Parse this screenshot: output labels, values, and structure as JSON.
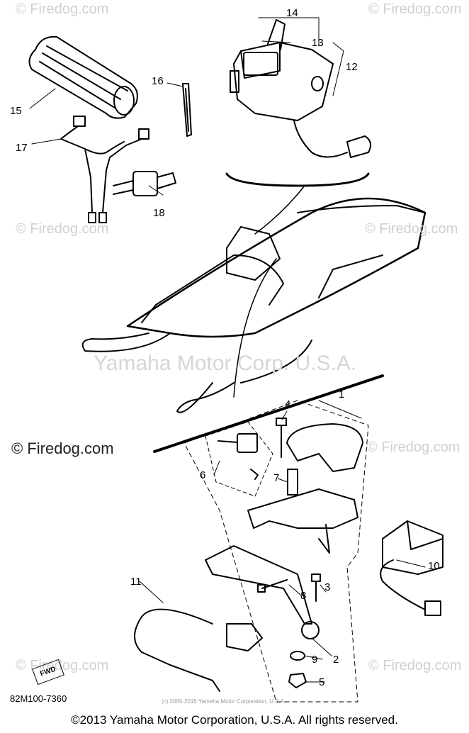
{
  "watermarks": {
    "top_left": "© Firedog.com",
    "top_right": "© Firedog.com",
    "mid_left": "© Firedog.com",
    "mid_right": "© Firedog.com",
    "center": "Yamaha Motor Corp. U.S.A.",
    "left_strong": "© Firedog.com",
    "lower_right": "© Firedog.com",
    "bottom_left": "© Firedog.com",
    "bottom_right": "© Firedog.com"
  },
  "callouts": {
    "c1": "1",
    "c2": "2",
    "c3": "3",
    "c4": "4",
    "c5": "5",
    "c6": "6",
    "c7": "7",
    "c8": "8",
    "c9": "9",
    "c10": "10",
    "c11": "11",
    "c12": "12",
    "c13": "13",
    "c14": "14",
    "c15": "15",
    "c16": "16",
    "c17": "17",
    "c18": "18"
  },
  "forward_marker": "FWD",
  "part_number": "82M100-7360",
  "small_copyright": "(c) 2005-2015 Yamaha Motor Corporation, U.S.A.",
  "footer": "©2013 Yamaha Motor Corporation, U.S.A. All rights reserved."
}
